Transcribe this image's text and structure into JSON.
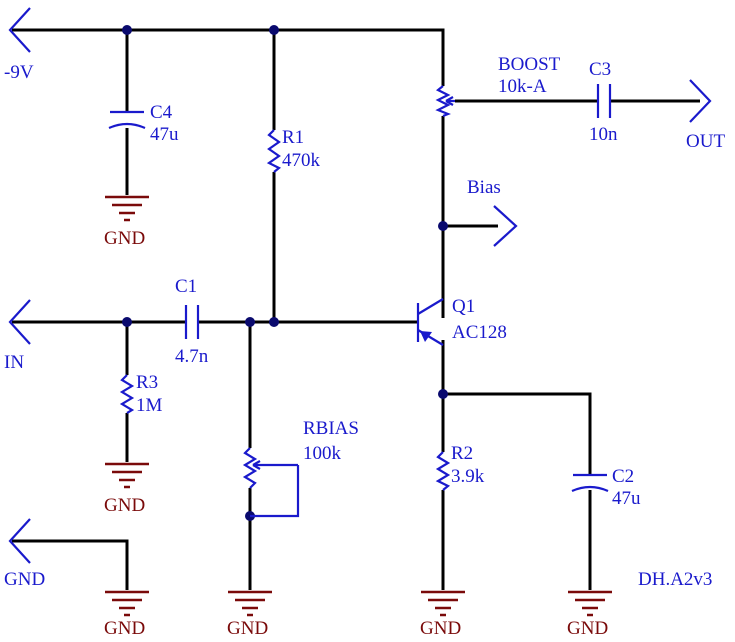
{
  "colors": {
    "component": "#1a1acc",
    "wire": "#000000",
    "ground": "#7a0a0a",
    "junction": "#0a0a6e"
  },
  "nets": {
    "supply": "-9V",
    "input": "IN",
    "output": "OUT",
    "ground_port": "GND",
    "bias": "Bias",
    "ground_symbol": "GND"
  },
  "components": {
    "c4": {
      "ref": "C4",
      "value": "47u"
    },
    "r1": {
      "ref": "R1",
      "value": "470k"
    },
    "boost": {
      "ref": "BOOST",
      "value": "10k-A"
    },
    "c3": {
      "ref": "C3",
      "value": "10n"
    },
    "c1": {
      "ref": "C1",
      "value": "4.7n"
    },
    "q1": {
      "ref": "Q1",
      "value": "AC128"
    },
    "r3": {
      "ref": "R3",
      "value": "1M"
    },
    "rbias": {
      "ref": "RBIAS",
      "value": "100k"
    },
    "r2": {
      "ref": "R2",
      "value": "3.9k"
    },
    "c2": {
      "ref": "C2",
      "value": "47u"
    }
  },
  "revision": "DH.A2v3"
}
